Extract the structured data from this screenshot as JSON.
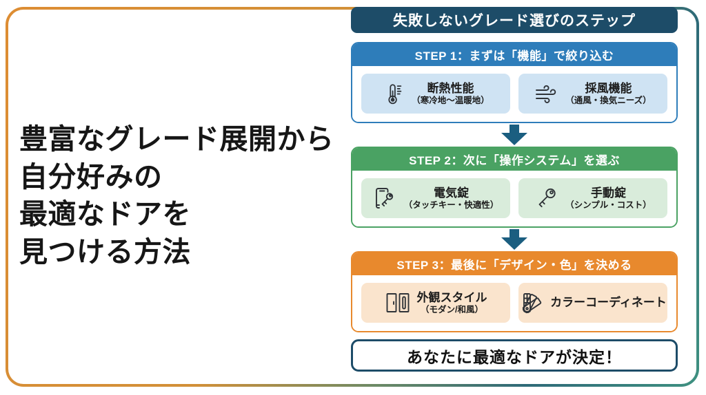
{
  "headline": {
    "lines": [
      "豊富なグレード展開から",
      "自分好みの",
      "最適なドアを",
      "見つける方法"
    ]
  },
  "flow": {
    "title": "失敗しないグレード選びのステップ",
    "steps": [
      {
        "header": "STEP 1：まずは「機能」で絞り込む",
        "items": [
          {
            "icon": "thermometer-icon",
            "title": "断熱性能",
            "subtitle": "（寒冷地〜温暖地）"
          },
          {
            "icon": "wind-icon",
            "title": "採風機能",
            "subtitle": "（通風・換気ニーズ）"
          }
        ]
      },
      {
        "header": "STEP 2：次に「操作システム」を選ぶ",
        "items": [
          {
            "icon": "smartphone-key-icon",
            "title": "電気錠",
            "subtitle": "（タッチキー・快適性）"
          },
          {
            "icon": "key-icon",
            "title": "手動錠",
            "subtitle": "（シンプル・コスト）"
          }
        ]
      },
      {
        "header": "STEP 3：最後に「デザイン・色」を決める",
        "items": [
          {
            "icon": "doors-icon",
            "title": "外観スタイル",
            "subtitle": "（モダン/和風）"
          },
          {
            "icon": "color-swatches-icon",
            "title": "カラーコーディネート",
            "subtitle": ""
          }
        ]
      }
    ],
    "result": "あなたに最適なドアが決定！"
  },
  "colors": {
    "frame_gradient": [
      "#dd8d33",
      "#2e6a78",
      "#3f9181"
    ],
    "title_navy": "#1d4c68",
    "step1_blue": "#2e7dba",
    "step1_light": "#cfe3f3",
    "step2_green": "#4aa263",
    "step2_light": "#d9ecdb",
    "step3_orange": "#e8892d",
    "step3_light": "#fae4cd",
    "arrow_blue": "#1b5e80"
  }
}
